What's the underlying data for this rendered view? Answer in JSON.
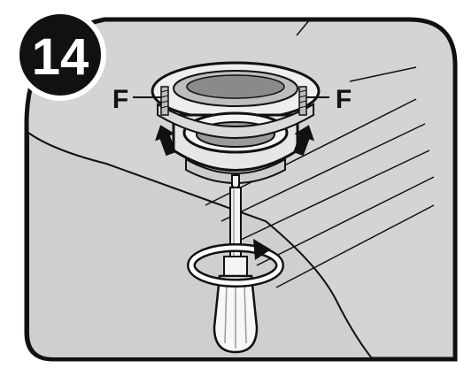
{
  "step": {
    "number": "14"
  },
  "callouts": {
    "left": "F",
    "right": "F"
  },
  "colors": {
    "panel_fill": "#d4d4d4",
    "panel_lower": "#c9c9c9",
    "outline": "#111111",
    "metal_light": "#f2f2f2",
    "metal_mid": "#bdbdbd",
    "metal_dark": "#7a7a7a",
    "badge_fill": "#111111",
    "badge_text": "#ffffff"
  },
  "icons": {
    "rotation": "rotate-clockwise-icon",
    "lift_arrows": "arrow-up-icon"
  }
}
